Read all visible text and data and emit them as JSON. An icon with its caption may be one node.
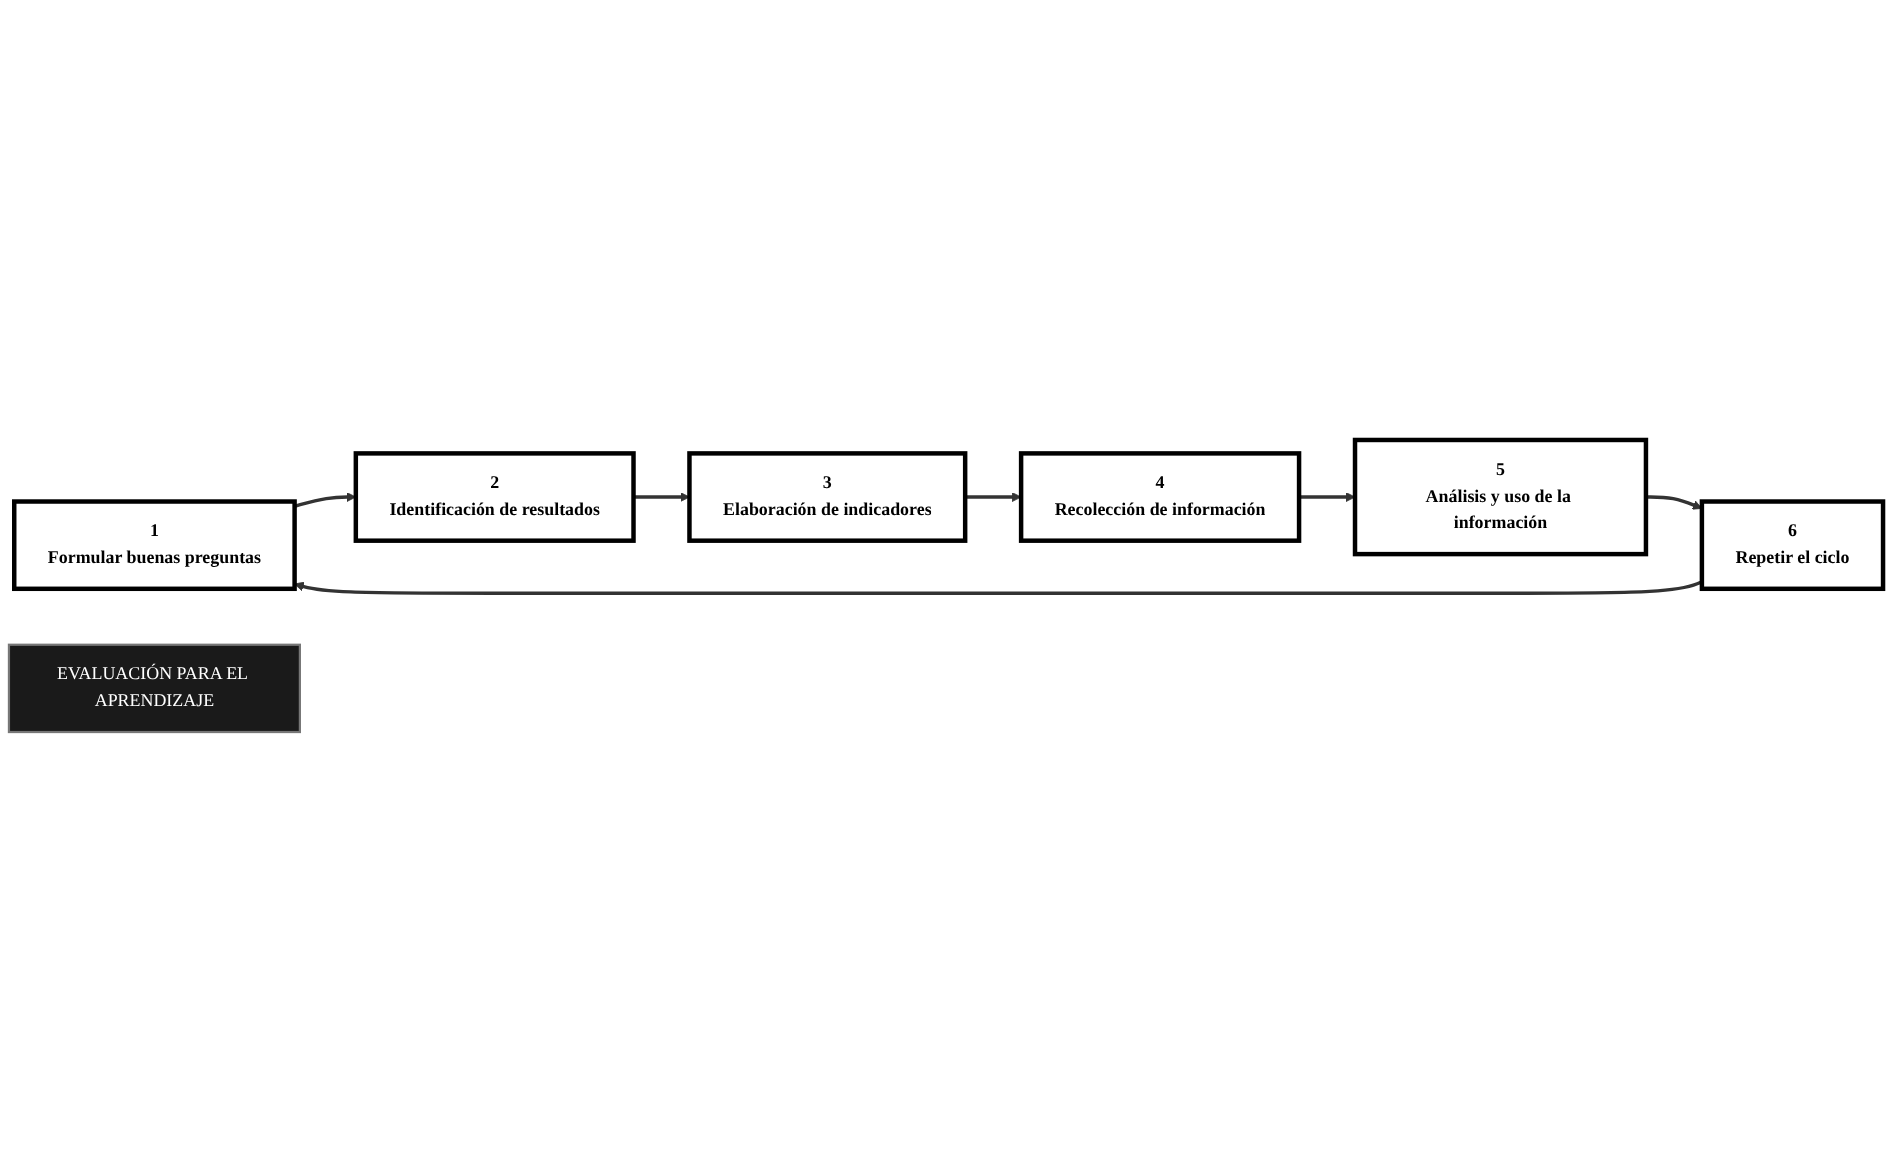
{
  "diagram": {
    "nodes": [
      {
        "text": [
          "1",
          "Formular buenas preguntas"
        ]
      },
      {
        "text": [
          "2",
          "Identificación de resultados"
        ]
      },
      {
        "text": [
          "3",
          "Elaboración de indicadores"
        ]
      },
      {
        "text": [
          "4",
          "Recolección de información"
        ]
      },
      {
        "text": [
          "5",
          "Análisis y uso de la información"
        ]
      },
      {
        "text": [
          "6",
          "Repetir el ciclo"
        ]
      },
      {
        "text": [
          "EVALUACIÓN PARA EL APRENDIZAJE"
        ]
      }
    ],
    "edges": [
      {
        "from": 5,
        "to": 0,
        "arrow": "to"
      },
      {
        "from": 0,
        "to": 1,
        "arrow": "to"
      },
      {
        "from": 1,
        "to": 2,
        "arrow": "to"
      },
      {
        "from": 2,
        "to": 3,
        "arrow": "to"
      },
      {
        "from": 3,
        "to": 4,
        "arrow": "to"
      },
      {
        "from": 4,
        "to": 5,
        "arrow": "to"
      }
    ]
  }
}
